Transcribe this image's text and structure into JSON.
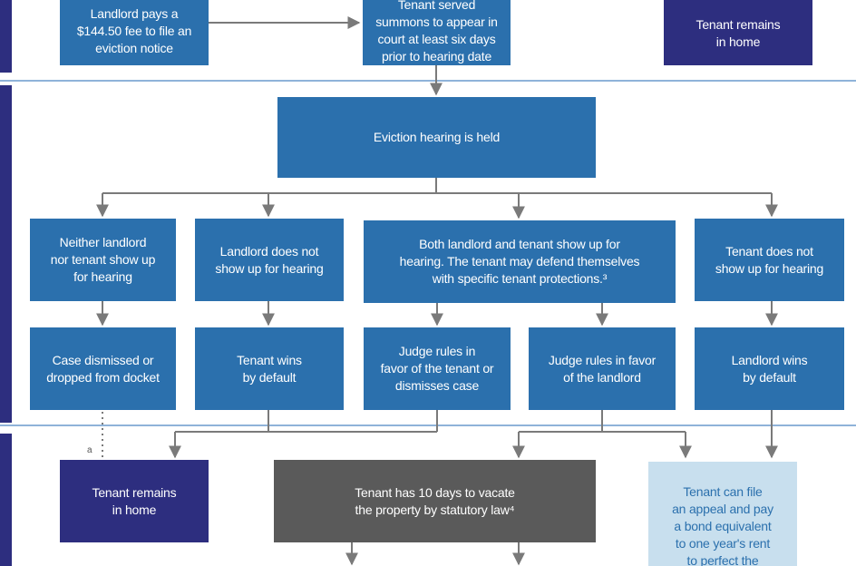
{
  "colors": {
    "blue": "#2b70ad",
    "navy": "#2d2e7f",
    "gray": "#5a5a5a",
    "light": "#c8dfee",
    "divider": "#8fb3d9",
    "line": "#7a7a7a"
  },
  "nodes": {
    "landlord_fee": "Landlord pays a\n$144.50 fee to file an\neviction notice",
    "summons": "Tenant served\nsummons to appear in\ncourt at least six days\nprior to hearing date",
    "tenant_remains_top": "Tenant remains\nin home",
    "hearing": "Eviction hearing is held",
    "neither_show": "Neither landlord\nnor tenant show up\nfor hearing",
    "landlord_absent": "Landlord does not\nshow up for hearing",
    "both_show": "Both landlord and tenant show up for\nhearing. The tenant may defend themselves\nwith specific tenant protections.³",
    "tenant_absent": "Tenant does not\nshow up for hearing",
    "case_dismissed": "Case dismissed or\ndropped from docket",
    "tenant_wins": "Tenant wins\nby default",
    "judge_tenant": "Judge rules in\nfavor of the tenant or\ndismisses case",
    "judge_landlord": "Judge rules in favor\nof the landlord",
    "landlord_wins": "Landlord wins\nby default",
    "tenant_remains_bottom": "Tenant remains\nin home",
    "vacate": "Tenant has 10 days to vacate\nthe property by statutory law⁴",
    "appeal": "Tenant can file\nan appeal and pay\na bond equivalent\nto one year's rent\nto perfect the"
  },
  "footnote_marker": "a"
}
